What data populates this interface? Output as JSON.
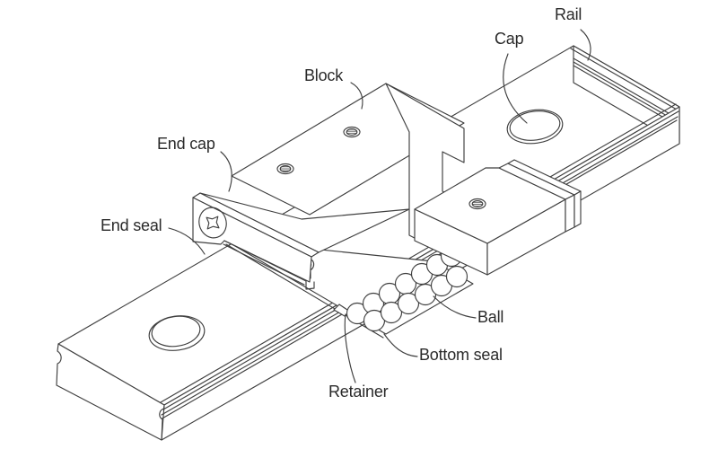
{
  "diagram": {
    "subject": "linear-motion-guide-cutaway",
    "labels": {
      "rail": "Rail",
      "cap": "Cap",
      "block": "Block",
      "end_cap": "End cap",
      "end_seal": "End seal",
      "ball": "Ball",
      "bottom_seal": "Bottom seal",
      "retainer": "Retainer"
    },
    "style": {
      "background": "#ffffff",
      "line_color": "#3f3f3f",
      "text_color": "#2a2a2a"
    }
  }
}
